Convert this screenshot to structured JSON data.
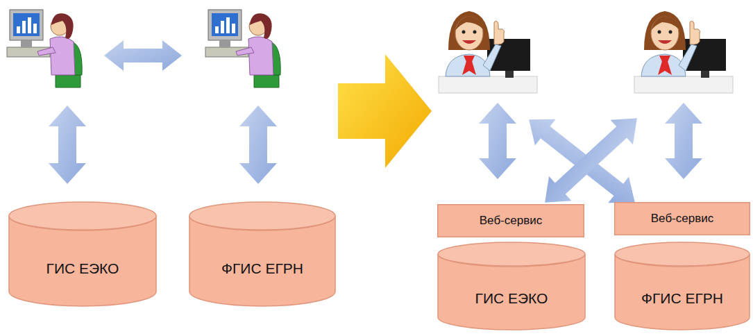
{
  "diagram": {
    "nodes": [
      {
        "text": [
          "ГИС ЕЭКО"
        ]
      },
      {
        "text": [
          "ФГИС ЕГРН"
        ]
      },
      {
        "text": [
          "Веб-сервис"
        ]
      },
      {
        "text": [
          "Веб-сервис"
        ]
      },
      {
        "text": [
          "ГИС ЕЭКО"
        ]
      },
      {
        "text": [
          "ФГИС ЕГРН"
        ]
      }
    ]
  }
}
